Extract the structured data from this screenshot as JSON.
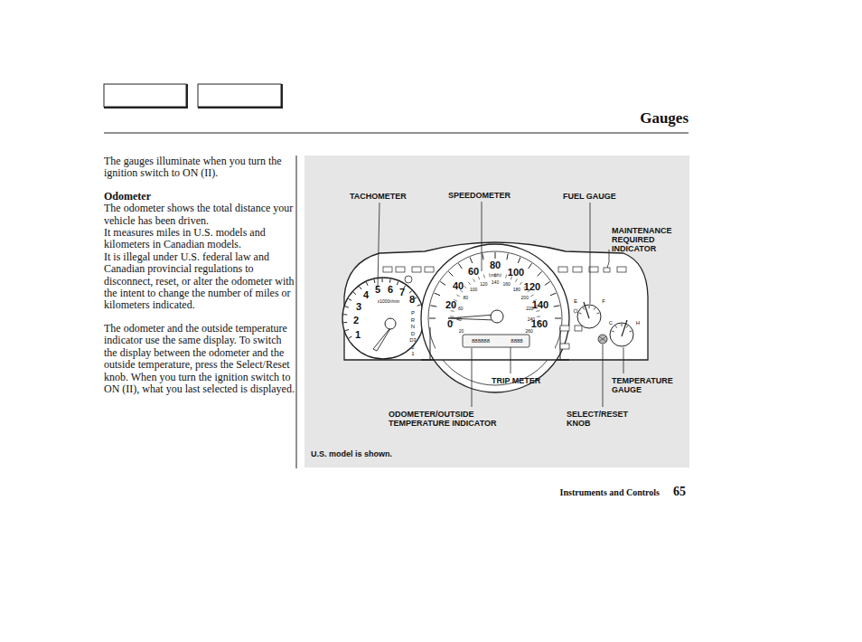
{
  "diagram": {
    "title": "Gauges",
    "labels": [
      "The gauges illuminate when you turn the ignition switch to ON (II).",
      "Odometer",
      "The odometer shows the total distance your vehicle has been driven.",
      "It measures miles in U.S. models and kilometers in Canadian models.",
      "It is illegal under U.S. federal law and Canadian provincial regulations to disconnect, reset, or alter the odometer with the intent to change the number of miles or kilometers indicated.",
      "The odometer and the outside temperature indicator use the same display. To switch the display between the odometer and the outside temperature, press the Select/Reset knob. When you turn the ignition switch to ON (II), what you last selected is displayed.",
      "TACHOMETER",
      "SPEEDOMETER",
      "FUEL GAUGE",
      "MAINTENANCE REQUIRED INDICATOR",
      "TRIP METER",
      "TEMPERATURE GAUGE",
      "ODOMETER/OUTSIDE TEMPERATURE INDICATOR",
      "SELECT/RESET KNOB",
      "U.S. model is shown.",
      "Instruments and Controls",
      "65",
      "1",
      "2",
      "3",
      "4",
      "5",
      "6",
      "7",
      "8",
      "x1000r/min",
      "0",
      "20",
      "40",
      "60",
      "80",
      "100",
      "120",
      "140",
      "160",
      "mph",
      "P",
      "R",
      "N",
      "D",
      "D3",
      "2",
      "1",
      "E",
      "F",
      "C",
      "H",
      "888888",
      "8888",
      "20",
      "40",
      "60",
      "80",
      "100",
      "120",
      "140",
      "160",
      "180",
      "200",
      "220",
      "240",
      "260"
    ]
  }
}
